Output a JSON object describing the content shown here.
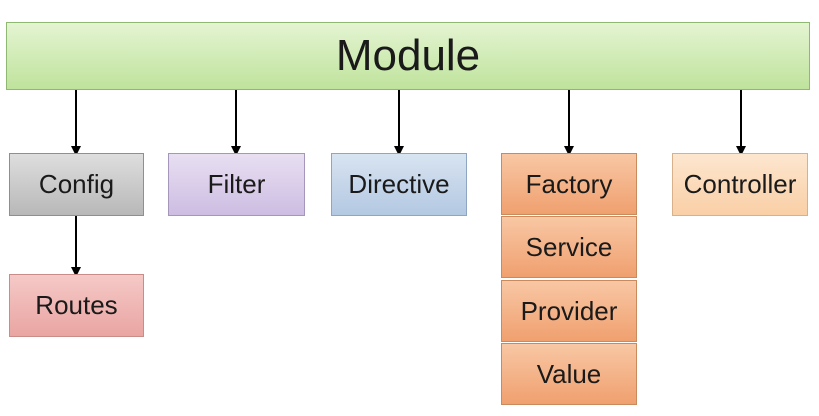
{
  "module": {
    "label": "Module"
  },
  "children": {
    "config": "Config",
    "routes": "Routes",
    "filter": "Filter",
    "directive": "Directive",
    "factory": "Factory",
    "service": "Service",
    "provider": "Provider",
    "value": "Value",
    "controller": "Controller"
  },
  "colors": {
    "module": "#bfe39c",
    "config": "#c8c8c8",
    "routes": "#eeb3b0",
    "filter": "#d9cdea",
    "directive": "#c2d4ea",
    "factory_group": "#f3ad80",
    "controller": "#fbd9b8",
    "arrow": "#000000"
  }
}
